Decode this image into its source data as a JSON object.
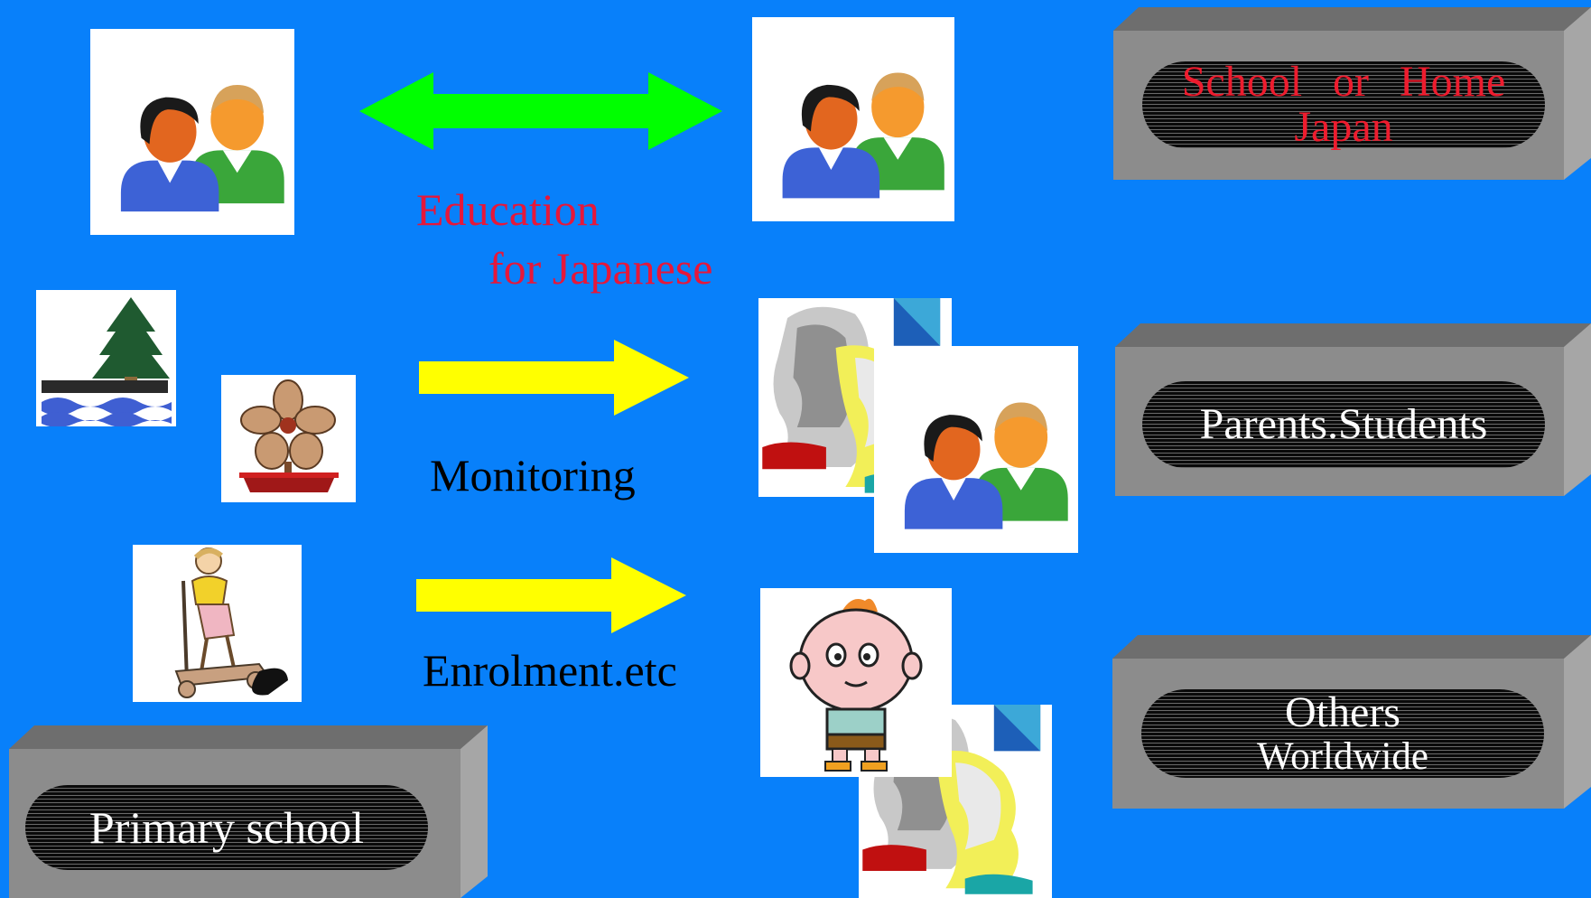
{
  "captions": {
    "education_line1": "Education",
    "education_line2": "for Japanese",
    "monitoring": "Monitoring",
    "enrolment": "Enrolment.etc"
  },
  "boxes": {
    "school_home_line1": "School or Home",
    "school_home_line2": "Japan",
    "parents_students": "Parents.Students",
    "others_line1": "Others",
    "others_line2": "Worldwide",
    "primary_school": "Primary school"
  },
  "colors": {
    "background": "#0880fa",
    "green_arrow": "#00ff00",
    "yellow_arrow": "#ffff00",
    "caption_red": "#e6173a",
    "box_grey": "#8c8c8c"
  },
  "icons": [
    "people-icon-left",
    "people-icon-right",
    "tree-water-icon",
    "flower-pot-icon",
    "child-scooter-icon",
    "profile-heads-icon",
    "people-icon-overlap",
    "cartoon-boy-icon",
    "profile-heads-icon-bottom"
  ]
}
